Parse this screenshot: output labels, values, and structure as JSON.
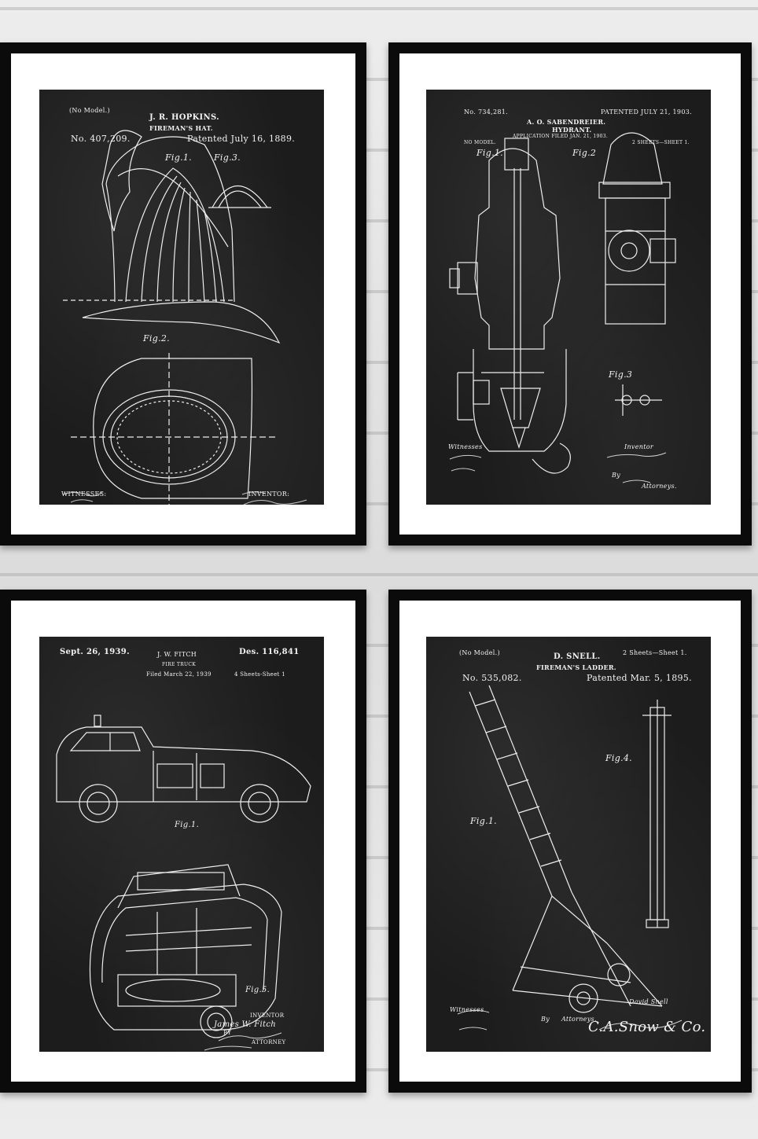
{
  "prints": [
    {
      "model": "(No Model.)",
      "inventor": "J. R. HOPKINS.",
      "title": "FIREMAN'S HAT.",
      "number": "No. 407,209.",
      "patented": "Patented July 16, 1889.",
      "fig1": "Fig.1.",
      "fig2": "Fig.2.",
      "fig3": "Fig.3.",
      "witnesses_label": "WITNESSES:",
      "inventor_label": "INVENTOR:"
    },
    {
      "number": "No. 734,281.",
      "patented": "PATENTED JULY 21, 1903.",
      "inventor": "A. O. SABENDREIER.",
      "title": "HYDRANT.",
      "application": "APPLICATION FILED JAN. 21, 1903.",
      "model": "NO MODEL.",
      "sheets": "2 SHEETS—SHEET 1.",
      "fig1": "Fig.1.",
      "fig2": "Fig.2",
      "fig3": "Fig.3",
      "witnesses_label": "Witnesses",
      "inventor_label": "Inventor",
      "by": "By",
      "attorneys": "Attorneys."
    },
    {
      "date": "Sept. 26, 1939.",
      "inventor": "J. W. FITCH",
      "number": "Des. 116,841",
      "title": "FIRE TRUCK",
      "filed": "Filed March 22, 1939",
      "sheets": "4 Sheets-Sheet 1",
      "fig1": "Fig.1.",
      "fig5": "Fig.5.",
      "inventor_label": "INVENTOR",
      "signature": "James W. Fitch",
      "by": "BY",
      "attorney_label": "ATTORNEY"
    },
    {
      "model": "(No Model.)",
      "inventor": "D. SNELL.",
      "sheets": "2 Sheets—Sheet 1.",
      "title": "FIREMAN'S LADDER.",
      "number": "No. 535,082.",
      "patented": "Patented Mar. 5, 1895.",
      "fig1": "Fig.1.",
      "fig4": "Fig.4.",
      "witnesses_label": "Witnesses",
      "signature": "David Snell",
      "by": "By",
      "attorneys": "Attorneys.",
      "agent": "C.A.Snow & Co."
    }
  ]
}
